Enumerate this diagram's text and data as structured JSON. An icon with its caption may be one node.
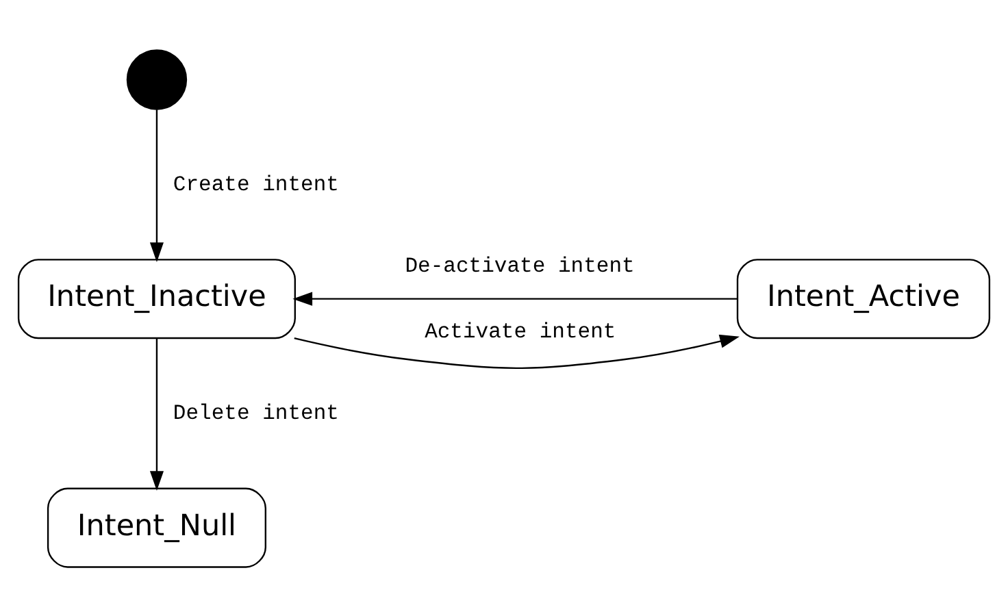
{
  "diagram": {
    "nodes": [
      {
        "text": [],
        "shape": "circle"
      },
      {
        "text": [
          "Intent_Inactive"
        ]
      },
      {
        "text": [
          "Intent_Active"
        ]
      },
      {
        "text": [
          "Intent_Null"
        ]
      }
    ],
    "edges": [
      {
        "from": 0,
        "to": 1,
        "arrow": "to",
        "label": "Create intent"
      },
      {
        "from": 1,
        "to": 2,
        "arrow": "to",
        "label": "Activate intent"
      },
      {
        "from": 2,
        "to": 1,
        "arrow": "to",
        "label": "De-activate intent"
      },
      {
        "from": 1,
        "to": 3,
        "arrow": "to",
        "label": "Delete intent"
      }
    ]
  }
}
